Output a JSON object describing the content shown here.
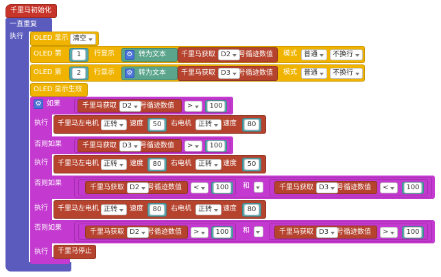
{
  "init_block": {
    "label": "千里马初始化"
  },
  "forever_block": {
    "label": "一直重复",
    "exec_label": "执行"
  },
  "oled_show_block": {
    "label": "OLED 显示",
    "option": "清空"
  },
  "oled_line1": {
    "prefix": "OLED 第",
    "line": "1",
    "suffix": "行显示",
    "to_text": "转为文本",
    "getter": "千里马获取",
    "sensor": "D2",
    "getter_suffix": "号循迹数值",
    "mode_label": "模式",
    "mode": "普通",
    "wrap": "不换行"
  },
  "oled_line2": {
    "prefix": "OLED 第",
    "line": "2",
    "suffix": "行显示",
    "to_text": "转为文本",
    "getter": "千里马获取",
    "sensor": "D3",
    "getter_suffix": "号循迹数值",
    "mode_label": "模式",
    "mode": "普通",
    "wrap": "不换行"
  },
  "oled_apply": {
    "label": "OLED 显示生效"
  },
  "if_block": {
    "if_label": "如果",
    "exec_label": "执行",
    "elseif_label": "否则如果",
    "and_label": "和",
    "getter_prefix": "千里马获取",
    "getter_suffix": "号循迹数值",
    "motor_left": "千里马左电机",
    "motor_right": "右电机",
    "direction": "正转",
    "speed_label": "速度",
    "stop_label": "千里马停止",
    "cond1": {
      "sensor": "D2",
      "op": ">",
      "value": "100"
    },
    "exec1": {
      "left_speed": "50",
      "right_speed": "80"
    },
    "cond2": {
      "sensor": "D3",
      "op": ">",
      "value": "100"
    },
    "exec2": {
      "left_speed": "80",
      "right_speed": "50"
    },
    "cond3a": {
      "sensor": "D2",
      "op": "<",
      "value": "100"
    },
    "cond3b": {
      "sensor": "D3",
      "op": "<",
      "value": "100"
    },
    "exec3": {
      "left_speed": "80",
      "right_speed": "80"
    },
    "cond4a": {
      "sensor": "D2",
      "op": ">",
      "value": "100"
    },
    "cond4b": {
      "sensor": "D3",
      "op": ">",
      "value": "100"
    }
  },
  "colors": {
    "event_red": "#c7352a",
    "loop_blue": "#5b5bbd",
    "oled_yellow": "#f0b400",
    "logic_magenta": "#c43ad0",
    "sensor_brown": "#b5432e",
    "motor_red": "#b5432e",
    "num_teal": "#5aa7ae",
    "text_green": "#5ba58c",
    "gear_blue": "#4c74d9"
  }
}
